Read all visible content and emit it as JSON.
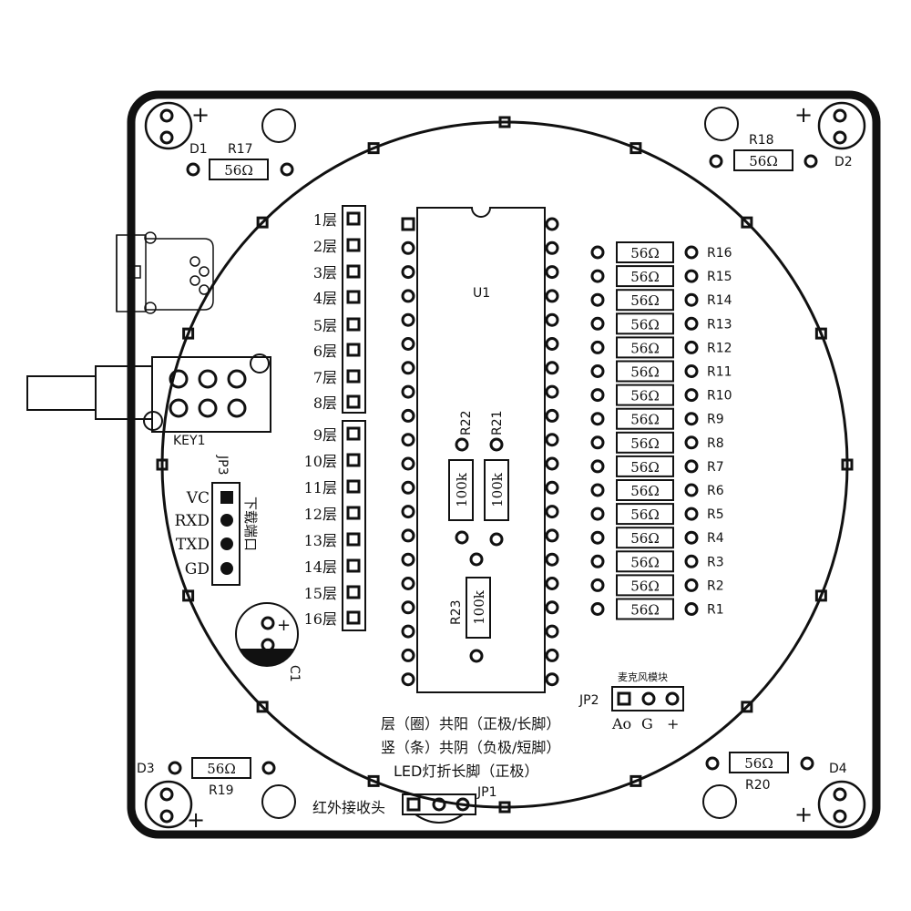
{
  "corners": {
    "tl": {
      "led": "D1",
      "resistor": "R17",
      "value": "56Ω",
      "plus": "+"
    },
    "tr": {
      "led": "D2",
      "resistor": "R18",
      "value": "56Ω",
      "plus": "+"
    },
    "bl": {
      "led": "D3",
      "resistor": "R19",
      "value": "56Ω",
      "plus": "+"
    },
    "br": {
      "led": "D4",
      "resistor": "R20",
      "value": "56Ω",
      "plus": "+"
    }
  },
  "key": {
    "label": "KEY1"
  },
  "jp3": {
    "label": "JP3",
    "side_label": "下载端口",
    "pins": [
      "VC",
      "RXD",
      "TXD",
      "GD"
    ]
  },
  "layers": [
    "1层",
    "2层",
    "3层",
    "4层",
    "5层",
    "6层",
    "7层",
    "8层",
    "9层",
    "10层",
    "11层",
    "12层",
    "13层",
    "14层",
    "15层",
    "16层"
  ],
  "u1": {
    "label": "U1"
  },
  "mid_resistors": {
    "r22": {
      "label": "R22",
      "value": "100k"
    },
    "r21": {
      "label": "R21",
      "value": "100k"
    },
    "r23": {
      "label": "R23",
      "value": "100k"
    }
  },
  "right_resistors": [
    {
      "label": "R16",
      "value": "56Ω"
    },
    {
      "label": "R15",
      "value": "56Ω"
    },
    {
      "label": "R14",
      "value": "56Ω"
    },
    {
      "label": "R13",
      "value": "56Ω"
    },
    {
      "label": "R12",
      "value": "56Ω"
    },
    {
      "label": "R11",
      "value": "56Ω"
    },
    {
      "label": "R10",
      "value": "56Ω"
    },
    {
      "label": "R9",
      "value": "56Ω"
    },
    {
      "label": "R8",
      "value": "56Ω"
    },
    {
      "label": "R7",
      "value": "56Ω"
    },
    {
      "label": "R6",
      "value": "56Ω"
    },
    {
      "label": "R5",
      "value": "56Ω"
    },
    {
      "label": "R4",
      "value": "56Ω"
    },
    {
      "label": "R3",
      "value": "56Ω"
    },
    {
      "label": "R2",
      "value": "56Ω"
    },
    {
      "label": "R1",
      "value": "56Ω"
    }
  ],
  "c1": {
    "label": "C1",
    "plus": "+"
  },
  "jp2": {
    "label": "JP2",
    "title": "麦克风模块",
    "pins": [
      "Ao",
      "G",
      "+"
    ]
  },
  "notes": [
    "层（圈）共阳（正极/长脚）",
    "竖（条）共阴（负极/短脚）",
    "LED灯折长脚（正极）"
  ],
  "jp1": {
    "label": "JP1",
    "side_label": "红外接收头"
  }
}
